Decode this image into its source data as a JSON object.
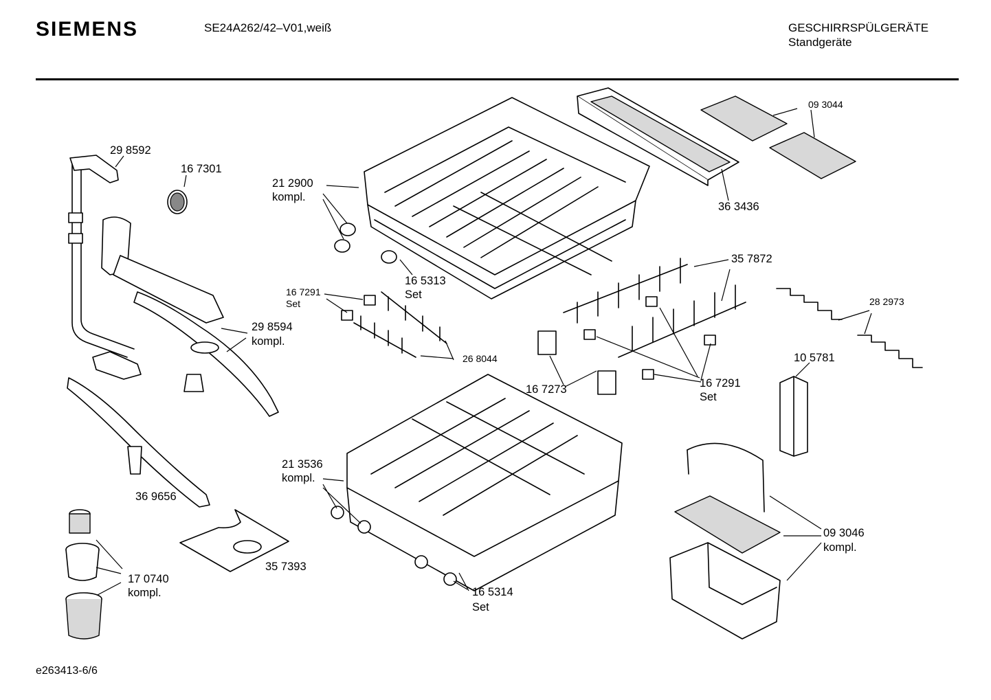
{
  "header": {
    "brand": "SIEMENS",
    "model": "SE24A262/42–V01,weiß",
    "category": "GESCHIRRSPÜLGERÄTE",
    "subcategory": "Standgeräte"
  },
  "footer": {
    "code": "e263413-6/6"
  },
  "parts": [
    {
      "number": "29 8592",
      "note": ""
    },
    {
      "number": "16 7301",
      "note": ""
    },
    {
      "number": "21 2900",
      "note": "kompl."
    },
    {
      "number": "16 5313",
      "note": "Set"
    },
    {
      "number": "09 3044",
      "note": ""
    },
    {
      "number": "36 3436",
      "note": ""
    },
    {
      "number": "35 7872",
      "note": ""
    },
    {
      "number": "16 7291",
      "note": "Set"
    },
    {
      "number": "29 8594",
      "note": "kompl."
    },
    {
      "number": "26 8044",
      "note": ""
    },
    {
      "number": "28 2973",
      "note": ""
    },
    {
      "number": "10 5781",
      "note": ""
    },
    {
      "number": "16 7273",
      "note": ""
    },
    {
      "number": "16 7291",
      "note": "Set"
    },
    {
      "number": "21 3536",
      "note": "kompl."
    },
    {
      "number": "36 9656",
      "note": ""
    },
    {
      "number": "09 3046",
      "note": "kompl."
    },
    {
      "number": "35 7393",
      "note": ""
    },
    {
      "number": "17 0740",
      "note": "kompl."
    },
    {
      "number": "16 5314",
      "note": "Set"
    }
  ]
}
